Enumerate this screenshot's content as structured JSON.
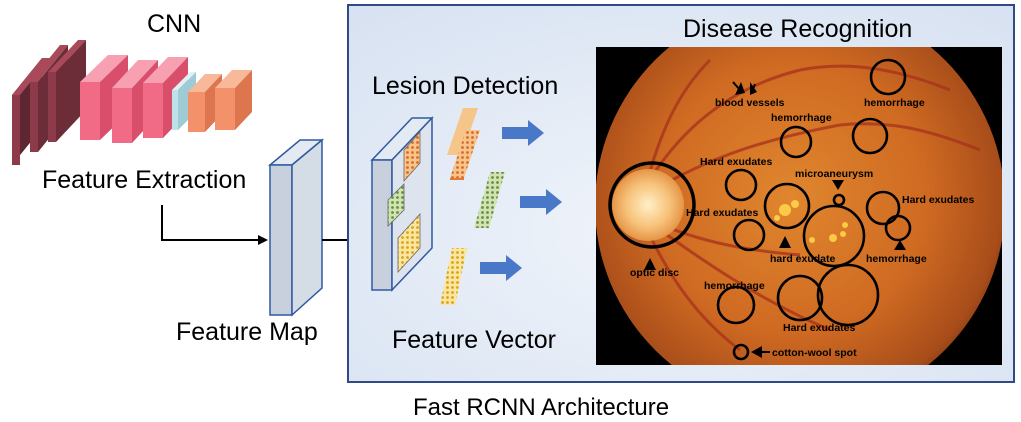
{
  "labels": {
    "cnn": "CNN",
    "feature_extraction": "Feature Extraction",
    "feature_map": "Feature Map",
    "lesion_detection": "Lesion Detection",
    "feature_vector": "Feature Vector",
    "disease_recognition": "Disease Recognition",
    "architecture": "Fast RCNN Architecture"
  },
  "fundus_annotations": {
    "blood_vessels": "blood vessels",
    "hemorrhage_1": "hemorrhage",
    "hemorrhage_2": "hemorrhage",
    "hemorrhage_3": "hemorrhage",
    "hemorrhage_4": "hemorrhage",
    "hard_exudates_1": "Hard exudates",
    "hard_exudates_2": "Hard exudates",
    "hard_exudates_3": "Hard exudates",
    "hard_exudates_4": "Hard exudates",
    "hard_exudate": "hard exudate",
    "microaneurysm": "microaneurysm",
    "optic_disc": "optic disc",
    "cotton_wool_spot": "cotton-wool spot"
  },
  "colors": {
    "panel_bg": "#e3eaf6",
    "panel_border": "#2f4a86",
    "arrow_blue": "#4a78c8",
    "cnn_dark": "#8d3a4a",
    "cnn_pink": "#f26b86",
    "cnn_cyan": "#bfe1e8",
    "cnn_orange": "#f3916a",
    "feature_map": "#c7d0dc",
    "fundus": "#d8742a"
  }
}
